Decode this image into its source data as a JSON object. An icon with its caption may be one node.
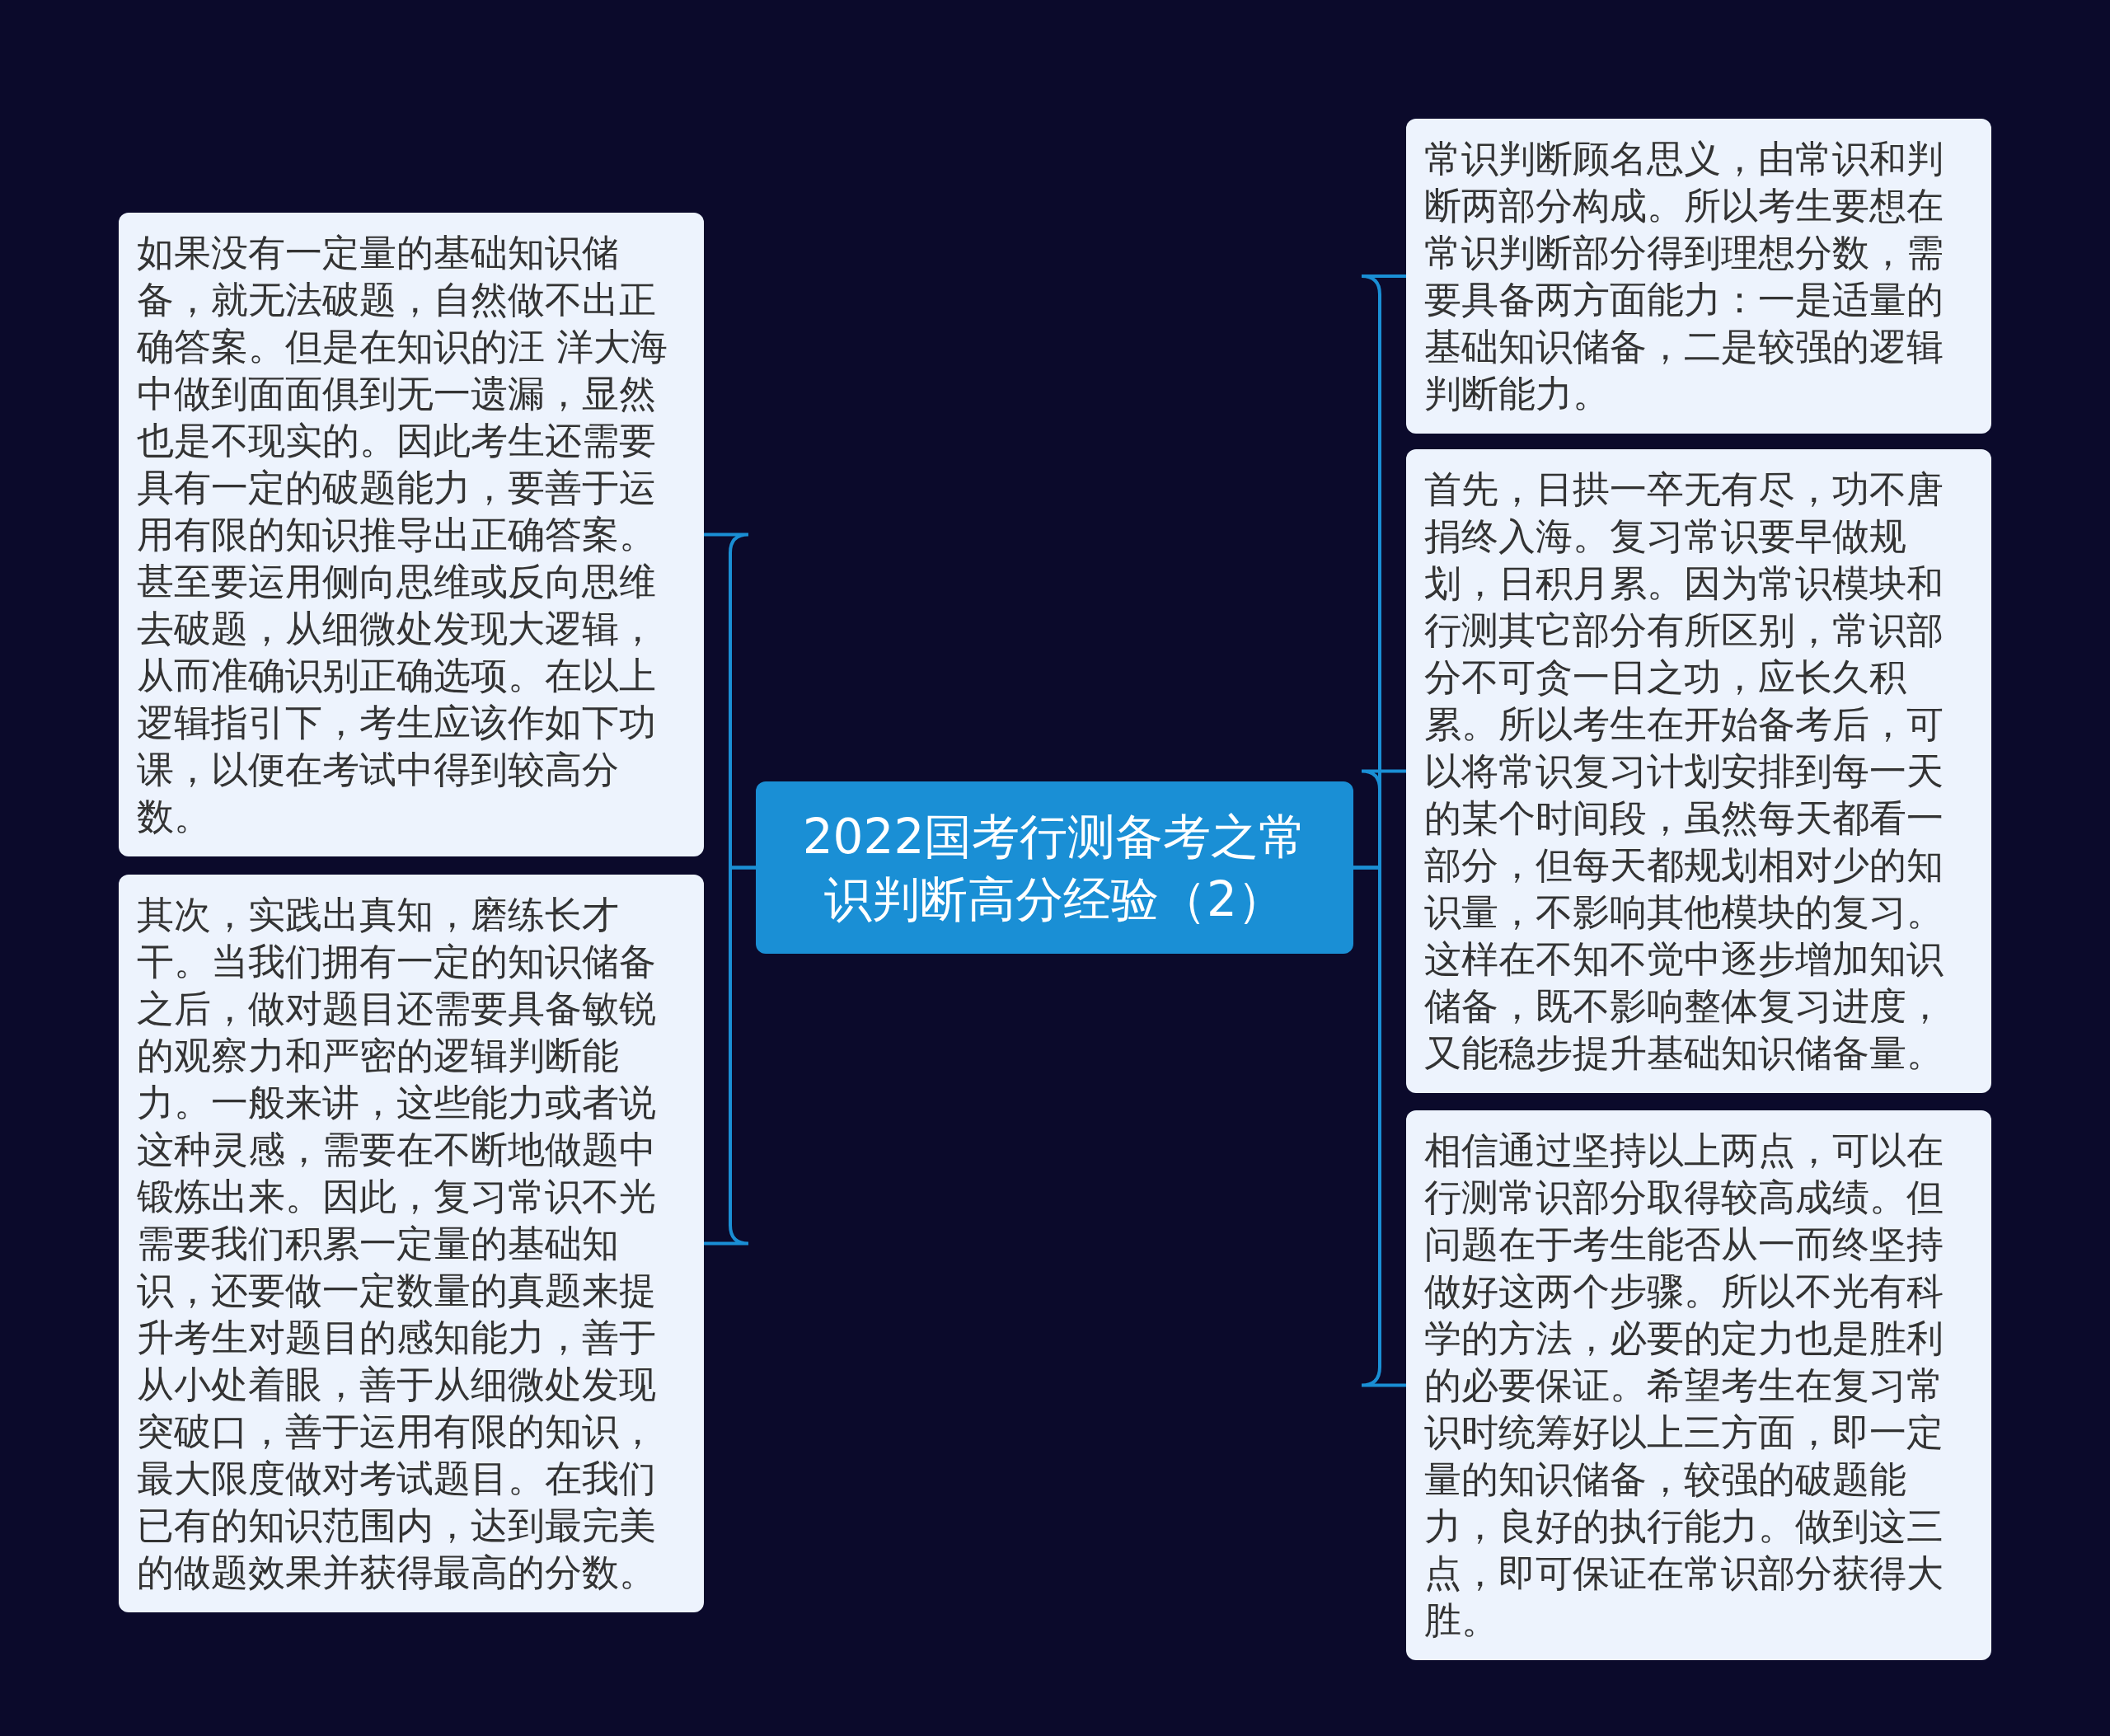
{
  "diagram": {
    "nodes": [
      {
        "text": [
          "2022国考行测备考之常识判断高分经验（2）"
        ]
      },
      {
        "text": [
          "如果没有一定量的基础知识储备，就无法破题，自然做不出正确答案。但是在知识的汪 洋大海中做到面面俱到无一遗漏，显然也是不现实的。因此考生还需要具有一定的破题能力，要善于运用有限的知识推导出正确答案。甚至要运用侧向思维或反向思维去破题，从细微处发现大逻辑，从而准确识别正确选项。在以上逻辑指引下，考生应该作如下功课，以便在考试中得到较高分数。"
        ]
      },
      {
        "text": [
          "其次，实践出真知，磨练长才干。当我们拥有一定的知识储备之后，做对题目还需要具备敏锐的观察力和严密的逻辑判断能力。一般来讲，这些能力或者说这种灵感，需要在不断地做题中锻炼出来。因此，复习常识不光需要我们积累一定量的基础知识，还要做一定数量的真题来提升考生对题目的感知能力，善于从小处着眼，善于从细微处发现突破口，善于运用有限的知识，最大限度做对考试题目。在我们已有的知识范围内，达到最完美的做题效果并获得最高的分数。"
        ]
      },
      {
        "text": [
          "常识判断顾名思义，由常识和判断两部分构成。所以考生要想在常识判断部分得到理想分数，需要具备两方面能力：一是适量的基础知识储备，二是较强的逻辑判断能力。"
        ]
      },
      {
        "text": [
          "首先，日拱一卒无有尽，功不唐捐终入海。复习常识要早做规划，日积月累。因为常识模块和行测其它部分有所区别，常识部分不可贪一日之功，应长久积累。所以考生在开始备考后，可以将常识复习计划安排到每一天的某个时间段，虽然每天都看一部分，但每天都规划相对少的知识量，不影响其他模块的复习。这样在不知不觉中逐步增加知识储备，既不影响整体复习进度，又能稳步提升基础知识储备量。"
        ]
      },
      {
        "text": [
          "相信通过坚持以上两点，可以在行测常识部分取得较高成绩。但问题在于考生能否从一而终坚持做好这两个步骤。所以不光有科学的方法，必要的定力也是胜利的必要保证。希望考生在复习常识时统筹好以上三方面，即一定量的知识储备，较强的破题能力，良好的执行能力。做到这三点，即可保证在常识部分获得大胜。"
        ]
      }
    ],
    "edges": [
      {
        "from": 0,
        "to": 1,
        "arrow": "none"
      },
      {
        "from": 0,
        "to": 2,
        "arrow": "none"
      },
      {
        "from": 0,
        "to": 3,
        "arrow": "none"
      },
      {
        "from": 0,
        "to": 4,
        "arrow": "none"
      },
      {
        "from": 0,
        "to": 5,
        "arrow": "none"
      }
    ]
  }
}
